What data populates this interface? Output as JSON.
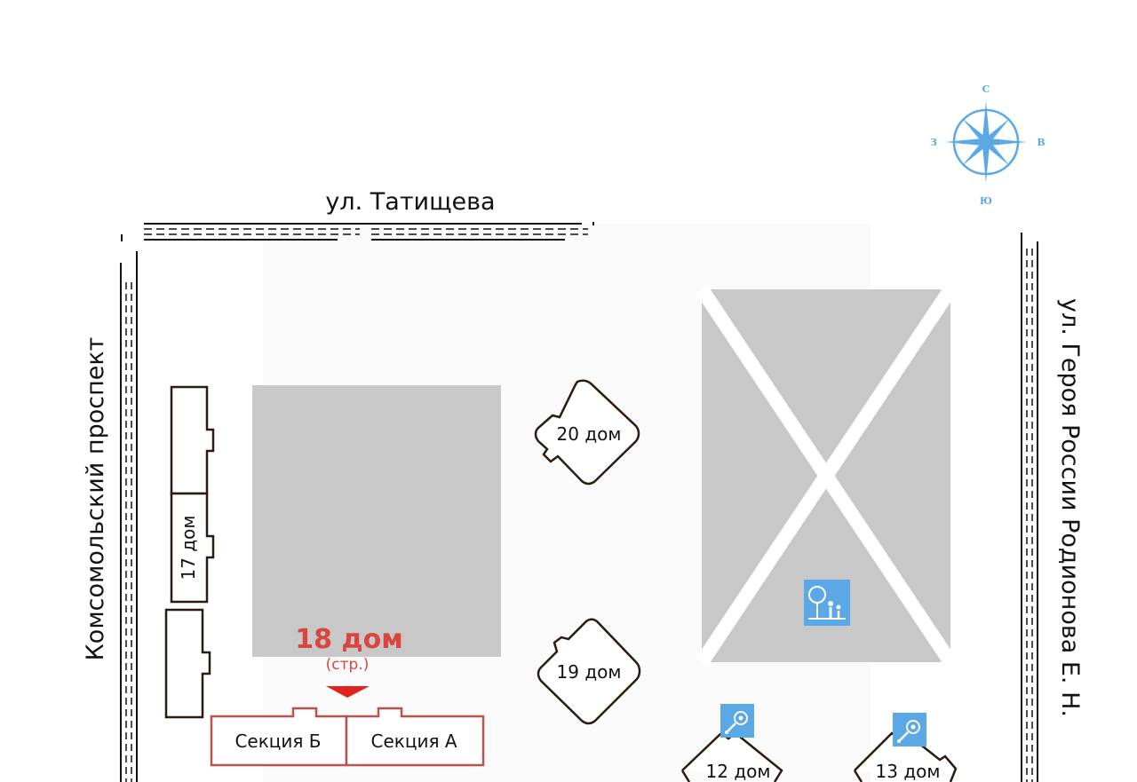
{
  "streets": {
    "north": "ул. Татищева",
    "west": "Комсомольский проспект",
    "east": "ул. Героя России Родионова Е. Н."
  },
  "compass": {
    "n": "С",
    "s": "Ю",
    "w": "З",
    "e": "В"
  },
  "houses": {
    "h20": "20 дом",
    "h19": "19 дом",
    "h17": "17 дом",
    "h12": "12 дом",
    "h13": "13 дом"
  },
  "highlight": {
    "title": "18 дом",
    "subtitle": "(стр.)"
  },
  "sections": {
    "b": "Секция Б",
    "a": "Секция А"
  },
  "icons": {
    "playground": "playground-icon",
    "park": "park-family-icon"
  },
  "colors": {
    "highlight": "#d9463f",
    "sectionOutline": "#b5544e",
    "gray": "#c8c8c8",
    "iconBlue": "#5aa9e6",
    "outline": "#2b1a0e"
  }
}
